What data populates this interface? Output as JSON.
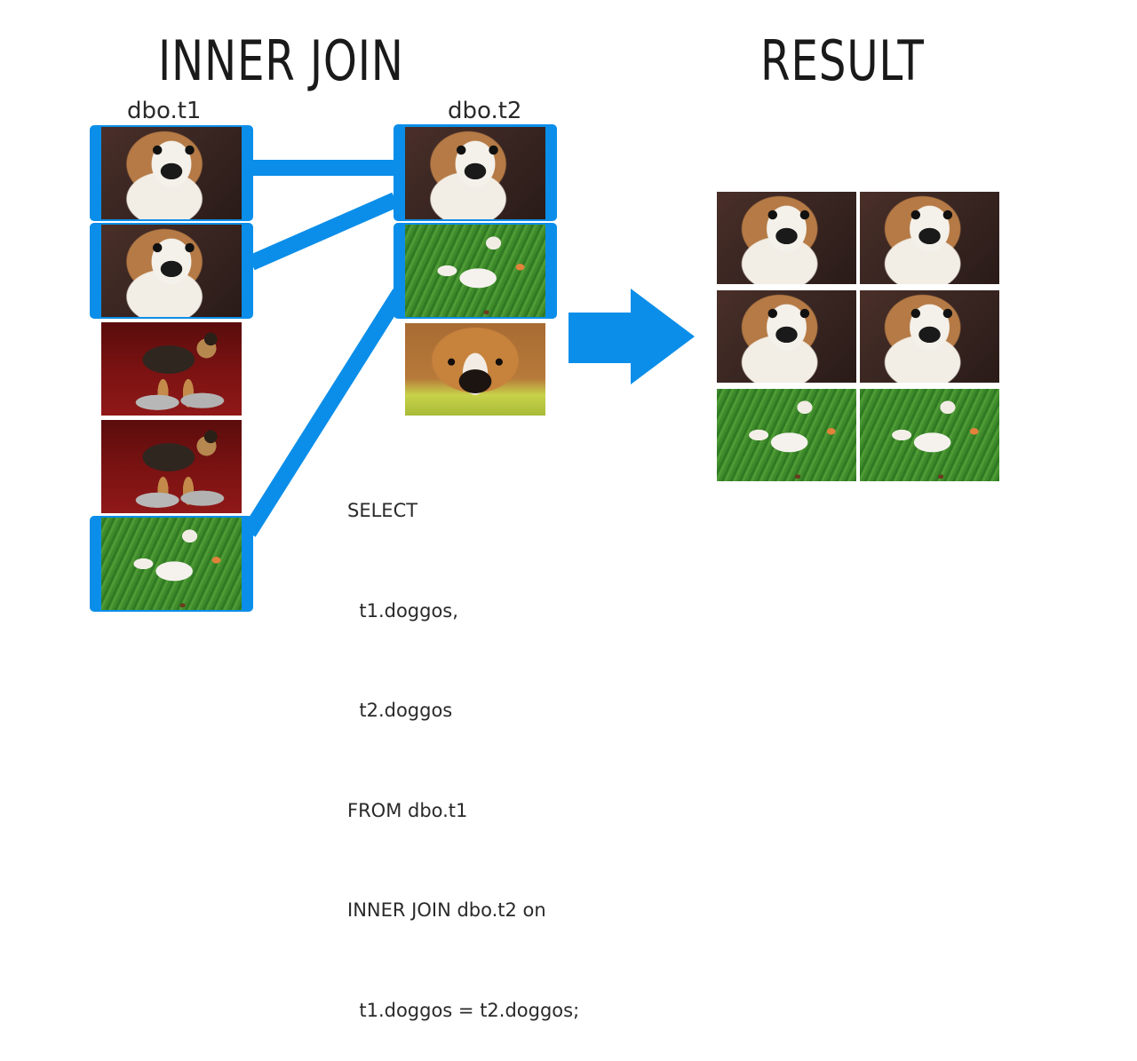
{
  "titles": {
    "left": "INNER JOIN",
    "right": "RESULT"
  },
  "tables": {
    "t1": {
      "label": "dbo.t1",
      "rows": [
        {
          "dog": "corgi-scared",
          "matched": true
        },
        {
          "dog": "corgi-scared",
          "matched": true
        },
        {
          "dog": "puppy",
          "matched": false
        },
        {
          "dog": "puppy",
          "matched": false
        },
        {
          "dog": "corgi-play",
          "matched": true
        }
      ]
    },
    "t2": {
      "label": "dbo.t2",
      "rows": [
        {
          "dog": "corgi-scared",
          "matched": true
        },
        {
          "dog": "corgi-play",
          "matched": true
        },
        {
          "dog": "corgi-face",
          "matched": false
        }
      ]
    }
  },
  "result": {
    "rows": [
      [
        "corgi-scared",
        "corgi-scared"
      ],
      [
        "corgi-scared",
        "corgi-scared"
      ],
      [
        "corgi-play",
        "corgi-play"
      ]
    ]
  },
  "sql": {
    "lines": [
      "SELECT",
      "  t1.doggos,",
      "  t2.doggos",
      "FROM dbo.t1",
      "INNER JOIN dbo.t2 on",
      "  t1.doggos = t2.doggos;"
    ]
  },
  "colors": {
    "highlight": "#0b8ee9",
    "background": "#ffffff"
  }
}
